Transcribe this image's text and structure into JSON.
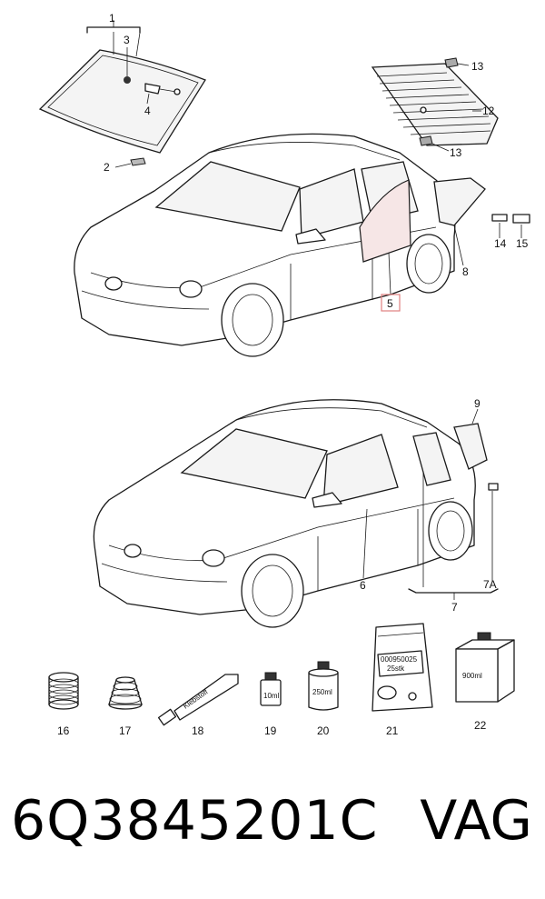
{
  "callouts": {
    "c1": "1",
    "c2": "2",
    "c3": "3",
    "c4": "4",
    "c5": "5",
    "c6": "6",
    "c7": "7",
    "c7a": "7A",
    "c8": "8",
    "c9": "9",
    "c12": "12",
    "c13a": "13",
    "c13b": "13",
    "c14": "14",
    "c15": "15",
    "c16": "16",
    "c17": "17",
    "c18": "18",
    "c19": "19",
    "c20": "20",
    "c21": "21",
    "c22": "22"
  },
  "item_texts": {
    "tube": "Klebstoff",
    "bottle19": "10ml",
    "can20": "250ml",
    "bag21_line1": "000950025",
    "bag21_line2": "25stk",
    "box22": "900ml"
  },
  "highlight_color": "#e08080",
  "caption": {
    "part_number": "6Q3845201C",
    "brand": "VAG"
  }
}
